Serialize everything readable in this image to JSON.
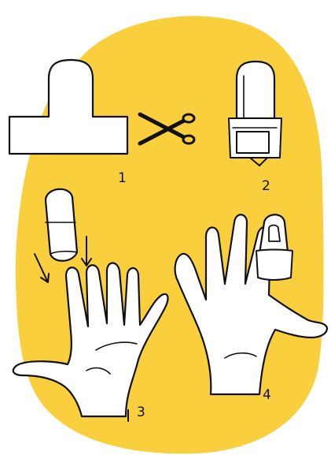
{
  "colors": {
    "blob": "#F9CF3E",
    "ink": "#111111",
    "paper": "#FFFFFF"
  },
  "steps": [
    {
      "number": "1",
      "icon": "t-shaped-tape-and-scissors"
    },
    {
      "number": "2",
      "icon": "finger-splint-icon"
    },
    {
      "number": "3",
      "icon": "hand-with-splint-sliding-on"
    },
    {
      "number": "4",
      "icon": "hand-with-splint-applied"
    }
  ]
}
